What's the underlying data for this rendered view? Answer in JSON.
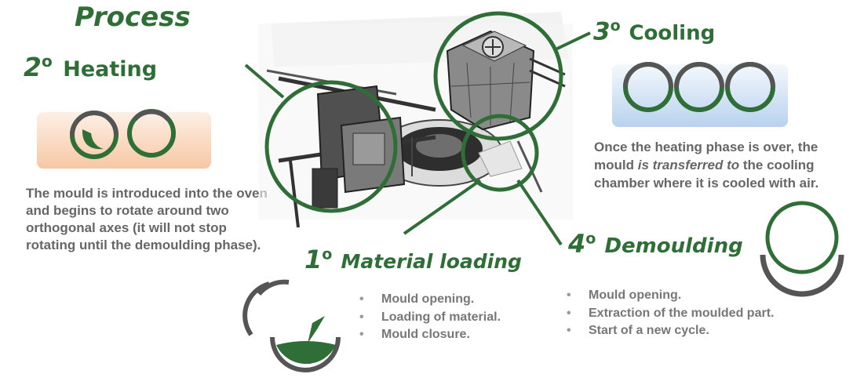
{
  "title": "Process",
  "steps": {
    "heating": {
      "number": "2",
      "ordinal": "o",
      "label": "Heating",
      "description": "The mould is introduced into the oven and begins to rotate around two orthogonal axes (it will not stop rotating until the demoulding phase)."
    },
    "cooling": {
      "number": "3",
      "ordinal": "o",
      "label": "Cooling",
      "description_pre": "Once the heating phase is over, the mould ",
      "description_em": "is transferred to",
      "description_post": " the cooling chamber where it is cooled with air."
    },
    "loading": {
      "number": "1",
      "ordinal": "o",
      "label": "Material loading",
      "bullets": [
        "Mould opening.",
        "Loading of material.",
        "Mould closure."
      ]
    },
    "demoulding": {
      "number": "4",
      "ordinal": "o",
      "label": "Demoulding",
      "bullets": [
        "Mould opening.",
        "Extraction of the moulded part.",
        "Start of a new cycle."
      ]
    }
  },
  "colors": {
    "accent_green": "#2f6e37",
    "mould_grey": "#555555",
    "text_grey": "#666666",
    "heat_gradient": "#f7c7a4",
    "cool_gradient": "#b9d2ee"
  }
}
